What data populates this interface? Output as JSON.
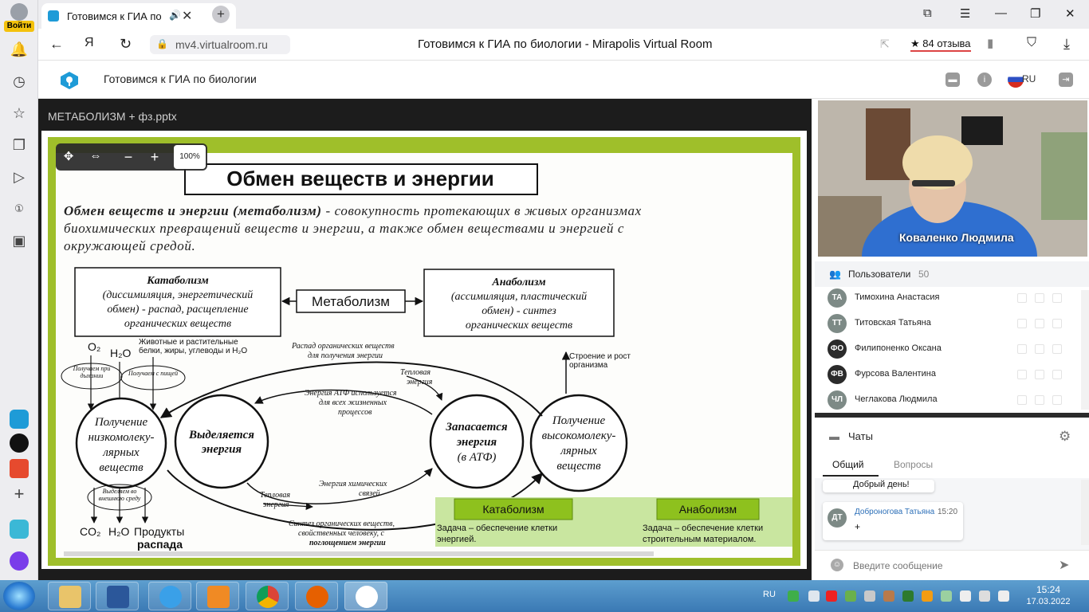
{
  "browser": {
    "sidebar": {
      "login_label": "Войти"
    },
    "tab": {
      "title": "Готовимся к ГИА по"
    },
    "address": {
      "url": "mv4.virtualroom.ru",
      "page_title": "Готовимся к ГИА по биологии - Mirapolis Virtual Room",
      "reviews": "★ 84 отзыва"
    }
  },
  "app": {
    "title": "Готовимся к ГИА по биологии",
    "lang": "RU",
    "presentation": {
      "file_name": "МЕТАБОЛИЗМ + фз.pptx",
      "zoom": "100%"
    }
  },
  "slide": {
    "title": "Обмен веществ и энергии",
    "definition_lead": "Обмен веществ и энергии (метаболизм)",
    "definition_rest": " - совокупность протекающих в живых организмах биохимических превращений веществ и энергии, а также обмен веществами и энергией с окружающей средой.",
    "catabolism_box": {
      "head": "Катаболизм",
      "line1": "(диссимиляция, энергетический",
      "line2": "обмен) - распад, расщепление",
      "line3": "органических веществ"
    },
    "metabolism_box": "Метаболизм",
    "anabolism_box": {
      "head": "Анаболизм",
      "line1": "(ассимиляция, пластический",
      "line2": "обмен) - синтез",
      "line3": "органических веществ"
    },
    "o2": "O₂",
    "h2o": "H₂O",
    "food": "Животные и растительные",
    "food2": "белки, жиры, углеводы и H₂O",
    "breath": "Получаем при дыхании",
    "withfood": "Получаем с пищей",
    "decay_top": "Распад органических веществ",
    "decay_top2": "для получения энергии",
    "heat1": "Тепловая",
    "heat1b": "энергия",
    "structure": "Строение и рост",
    "structure2": "организма",
    "atp_use": "Энергия АТФ используется",
    "atp_use2": "для всех жизненных",
    "atp_use3": "процессов",
    "c_lowmol": [
      "Получение",
      "низкомолеку-",
      "лярных",
      "веществ"
    ],
    "c_release": [
      "Выделяется",
      "энергия"
    ],
    "c_store": [
      "Запасается",
      "энергия",
      "(в АТФ)"
    ],
    "c_highmol": [
      "Получение",
      "высокомолеку-",
      "лярных",
      "веществ"
    ],
    "excrete": "Выделяем во внешнюю среду",
    "heat2": "Тепловая",
    "heat2b": "энергия",
    "chem": "Энергия химических",
    "chem2": "связей",
    "synth": "Синтез органических веществ,",
    "synth2": "свойственных человеку, с",
    "synth3": "поглощением энергии",
    "co2": "CO₂",
    "h2o_b": "H₂O",
    "products": "Продукты",
    "products2": "распада",
    "green_cat": "Катаболизм",
    "green_cat_task": "Задача – обеспечение клетки",
    "green_cat_task2": "энергией.",
    "green_ana": "Анаболизм",
    "green_ana_task": "Задача – обеспечение клетки",
    "green_ana_task2": "строительным материалом."
  },
  "video": {
    "speaker": "Коваленко Людмила"
  },
  "users": {
    "header": "Пользователи",
    "count": "50",
    "list": [
      {
        "initials": "ТА",
        "name": "Тимохина Анастасия"
      },
      {
        "initials": "ТТ",
        "name": "Титовская Татьяна"
      },
      {
        "initials": "ФО",
        "name": "Филипоненко Оксана"
      },
      {
        "initials": "ФВ",
        "name": "Фурсова Валентина"
      },
      {
        "initials": "ЧЛ",
        "name": "Чеглакова Людмила"
      }
    ]
  },
  "chat": {
    "header": "Чаты",
    "tab_general": "Общий",
    "tab_questions": "Вопросы",
    "msg1_text": "Добрый день!",
    "msg2": {
      "initials": "ДТ",
      "author": "Доброногова Татьяна",
      "time": "15:20",
      "text": "+"
    },
    "input_placeholder": "Введите сообщение"
  },
  "taskbar": {
    "lang": "RU",
    "time": "15:24",
    "date": "17.03.2022"
  },
  "colors": {
    "slide_green": "#9fbf2a",
    "green_box": "#8ec11e",
    "accent_blue": "#1e9bd7"
  }
}
